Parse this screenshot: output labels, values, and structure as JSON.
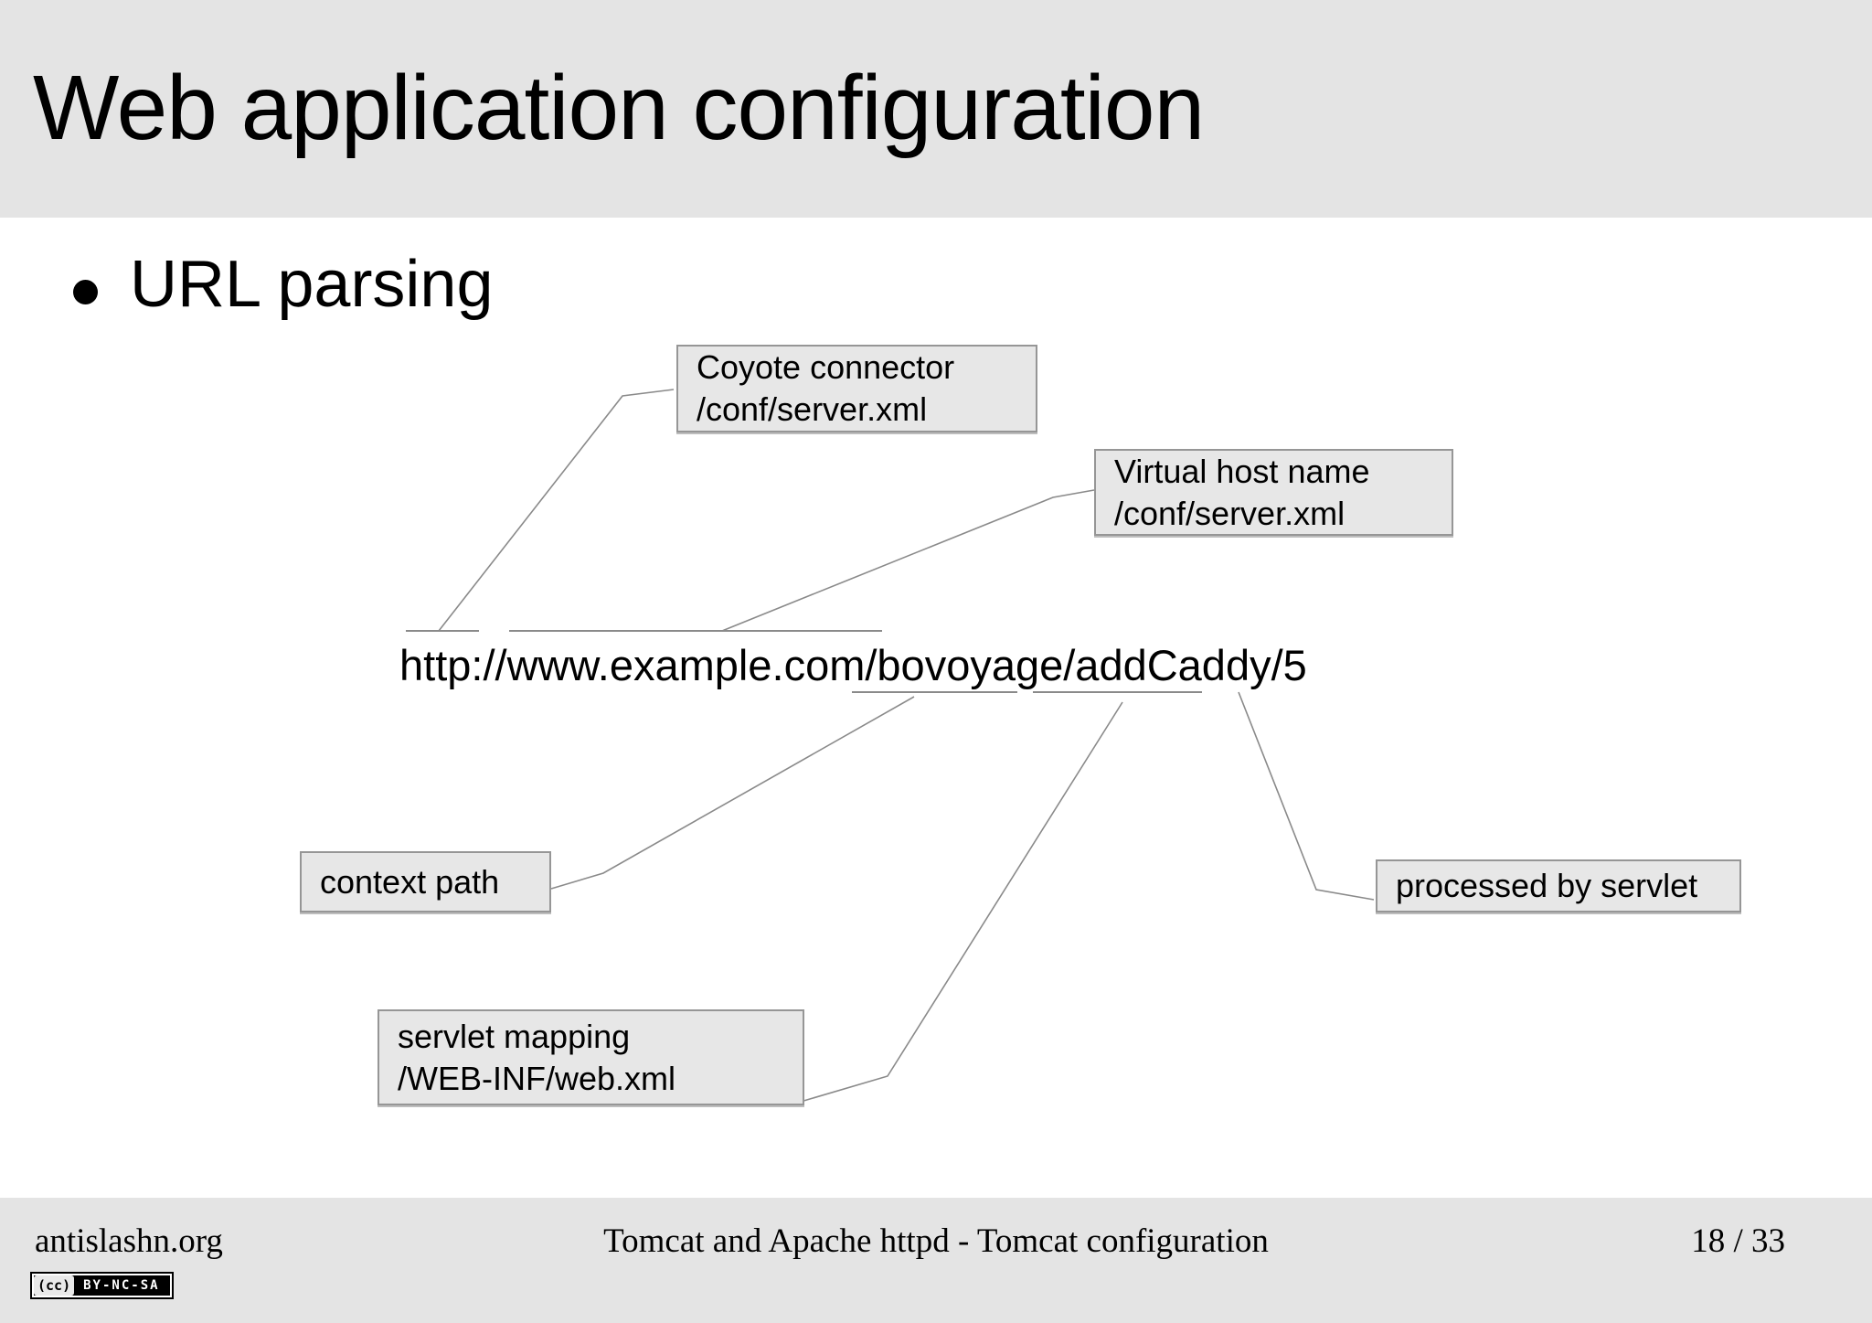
{
  "slide": {
    "title": "Web application configuration",
    "bullet": "URL parsing",
    "url": "http://www.example.com/bovoyage/addCaddy/5",
    "callouts": {
      "coyote": {
        "line1": "Coyote connector",
        "line2": "/conf/server.xml"
      },
      "virtual_host": {
        "line1": "Virtual host name",
        "line2": "/conf/server.xml"
      },
      "context_path": {
        "line1": "context path"
      },
      "servlet_mapping": {
        "line1": "servlet mapping",
        "line2": "/WEB-INF/web.xml"
      },
      "processed_by_servlet": {
        "line1": "processed by servlet"
      }
    },
    "footer": {
      "site": "antislashn.org",
      "center": "Tomcat and Apache httpd - Tomcat configuration",
      "page": "18 / 33",
      "cc_logo": "(cc)",
      "license": "BY-NC-SA"
    },
    "colors": {
      "band": "#e4e4e4",
      "box_fill": "#e7e7e7",
      "box_border": "#969696",
      "wire": "#8a8a8a",
      "text": "#000000"
    }
  }
}
